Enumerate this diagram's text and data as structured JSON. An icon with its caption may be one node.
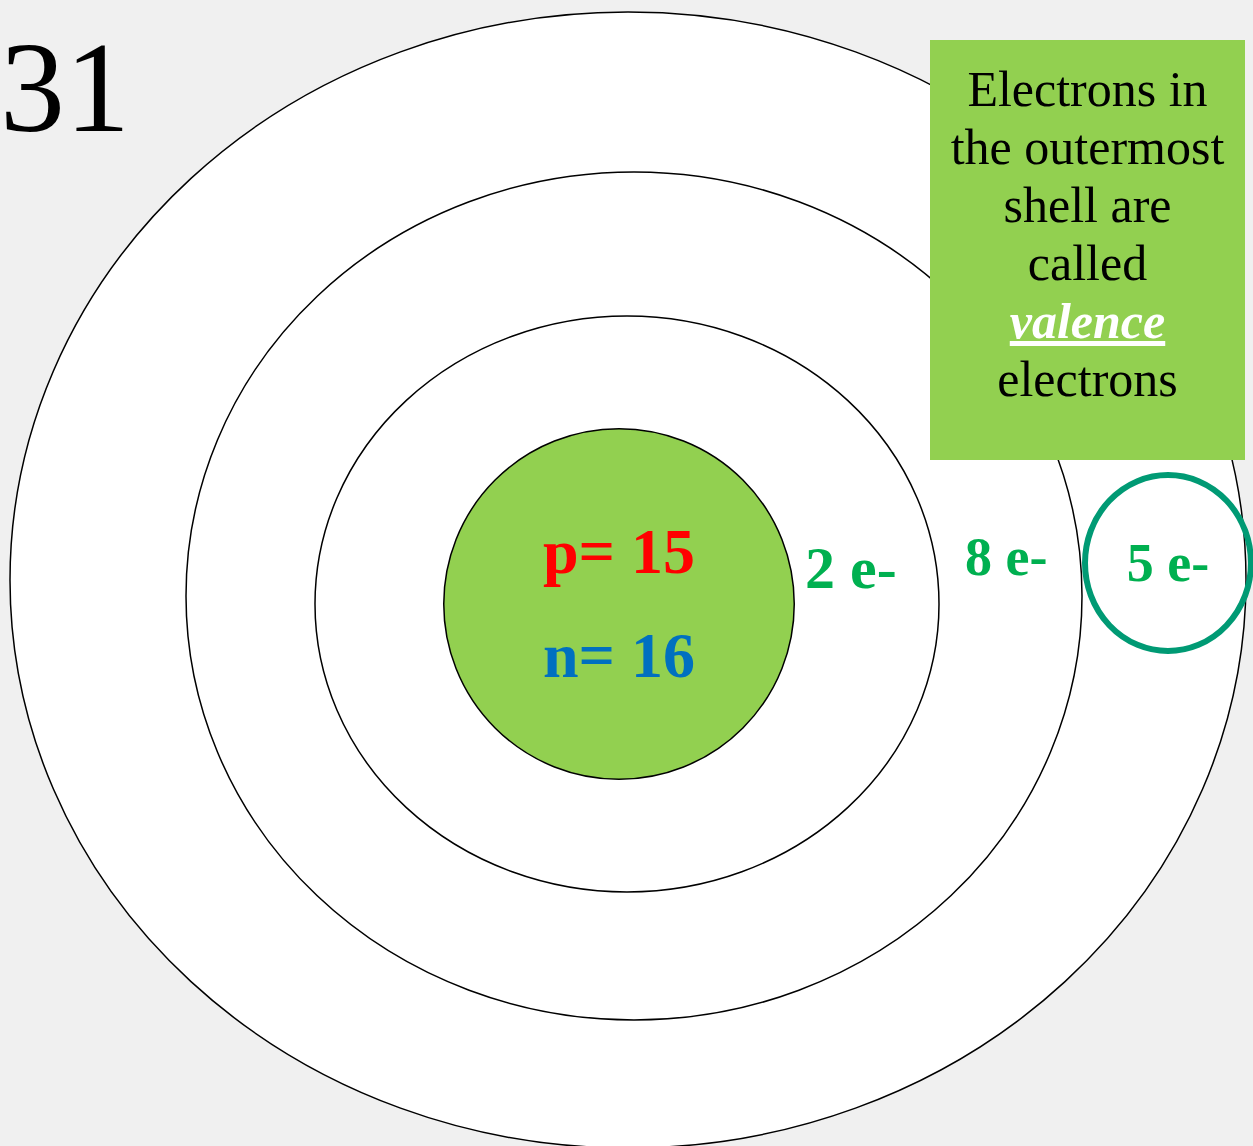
{
  "diagram": {
    "nodes": [
      {
        "text": [
          "p= 15",
          "n= 16"
        ]
      },
      {
        "text": [
          "5 e-"
        ]
      },
      {
        "text": [
          "Electrons in the outermost shell are called **valence** electrons"
        ]
      }
    ],
    "edges": [],
    "labels": [
      "31",
      "2 e-",
      "8 e-"
    ]
  }
}
